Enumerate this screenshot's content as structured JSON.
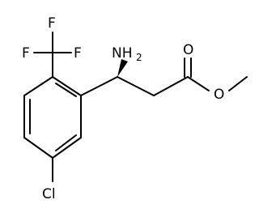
{
  "molecule": {
    "labels": {
      "f_top": "F",
      "f_left": "F",
      "f_right": "F",
      "nh2_main": "NH",
      "nh2_sub": "2",
      "o_carbonyl": "O",
      "o_ester": "O",
      "cl": "Cl"
    },
    "stereo": "wedge"
  },
  "colors": {
    "ink": "#000000",
    "background": "#ffffff"
  }
}
